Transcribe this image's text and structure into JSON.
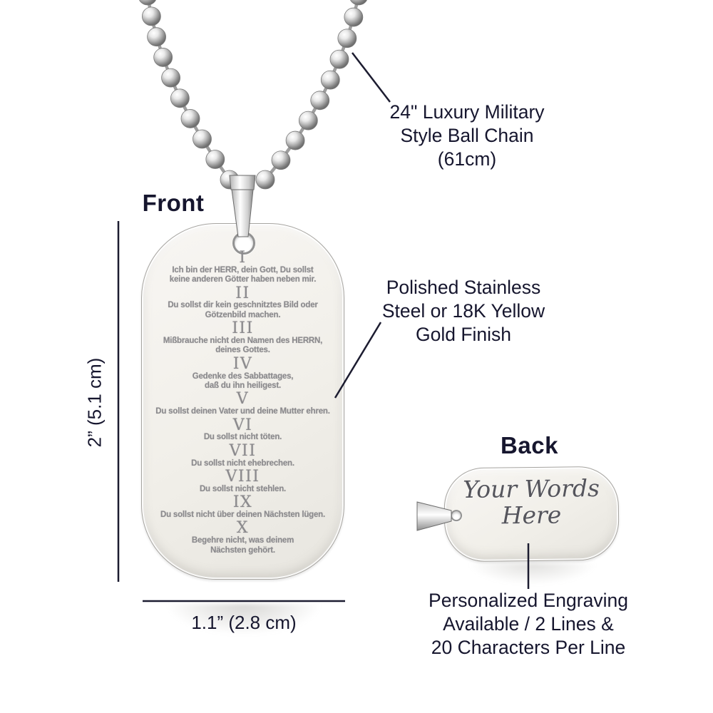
{
  "chain": {
    "annotation": "24\" Luxury Military\nStyle Ball Chain\n(61cm)"
  },
  "front": {
    "label": "Front",
    "commandments": [
      {
        "numeral": "I",
        "text": "Ich bin der HERR, dein Gott, Du sollst\nkeine anderen Götter haben neben mir."
      },
      {
        "numeral": "II",
        "text": "Du sollst dir kein geschnitztes Bild oder\nGötzenbild machen."
      },
      {
        "numeral": "III",
        "text": "Mißbrauche nicht den Namen des HERRN,\ndeines Gottes."
      },
      {
        "numeral": "IV",
        "text": "Gedenke des Sabbattages,\ndaß du ihn heiligest."
      },
      {
        "numeral": "V",
        "text": "Du sollst deinen Vater und deine Mutter ehren."
      },
      {
        "numeral": "VI",
        "text": "Du sollst nicht töten."
      },
      {
        "numeral": "VII",
        "text": "Du sollst nicht ehebrechen."
      },
      {
        "numeral": "VIII",
        "text": "Du sollst nicht stehlen."
      },
      {
        "numeral": "IX",
        "text": "Du sollst nicht über deinen Nächsten lügen."
      },
      {
        "numeral": "X",
        "text": "Begehre nicht, was deinem\nNächsten gehört."
      }
    ],
    "finish_annotation": "Polished Stainless\nSteel or 18K Yellow\nGold Finish",
    "height_label": "2” (5.1 cm)",
    "width_label": "1.1” (2.8 cm)"
  },
  "back": {
    "label": "Back",
    "engraving_placeholder": "Your Words\nHere",
    "engraving_annotation": "Personalized Engraving\nAvailable / 2 Lines &\n20 Characters Per Line"
  },
  "colors": {
    "annotation_text": "#16162e",
    "engraved_text": "#8b8a8d",
    "line": "#1c1c30",
    "tag_fill": "#f2f0ec",
    "script_text": "#55555c"
  }
}
